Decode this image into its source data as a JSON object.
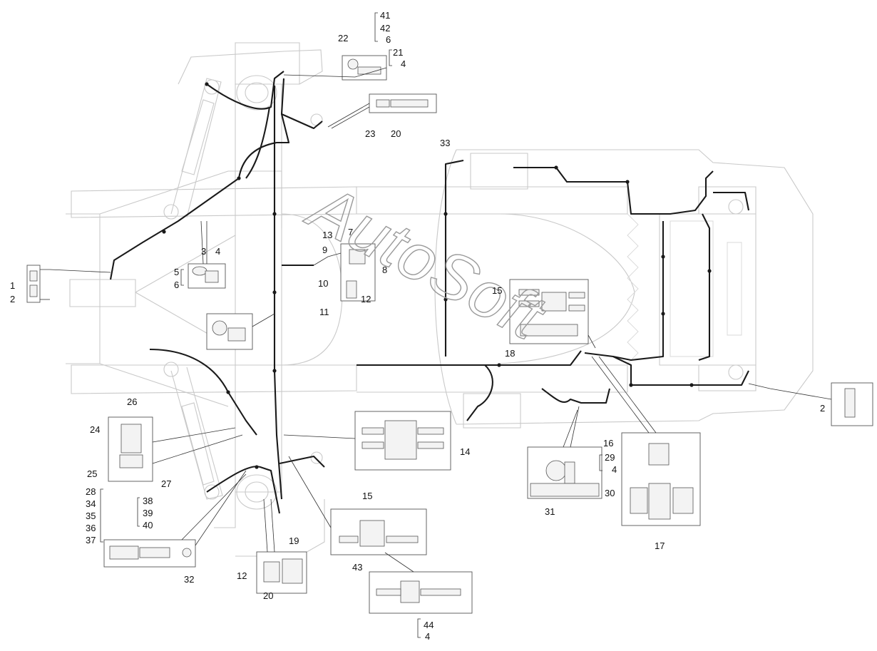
{
  "watermark": "AutoSoft",
  "callouts": {
    "c1": "1",
    "c2": "2",
    "c2b": "2",
    "c3": "3",
    "c4": "4",
    "c4b": "4",
    "c4c": "4",
    "c4d": "4",
    "c5": "5",
    "c6": "6",
    "c6b": "6",
    "c7": "7",
    "c8": "8",
    "c9": "9",
    "c10": "10",
    "c11": "11",
    "c12": "12",
    "c12b": "12",
    "c13": "13",
    "c14": "14",
    "c15": "15",
    "c15b": "15",
    "c16": "16",
    "c17": "17",
    "c18": "18",
    "c19": "19",
    "c20": "20",
    "c20b": "20",
    "c21": "21",
    "c22": "22",
    "c23": "23",
    "c24": "24",
    "c25": "25",
    "c26": "26",
    "c27": "27",
    "c28": "28",
    "c29": "29",
    "c30": "30",
    "c31": "31",
    "c32": "32",
    "c33": "33",
    "c34": "34",
    "c35": "35",
    "c36": "36",
    "c37": "37",
    "c38": "38",
    "c39": "39",
    "c40": "40",
    "c41": "41",
    "c42": "42",
    "c43": "43",
    "c44": "44"
  }
}
